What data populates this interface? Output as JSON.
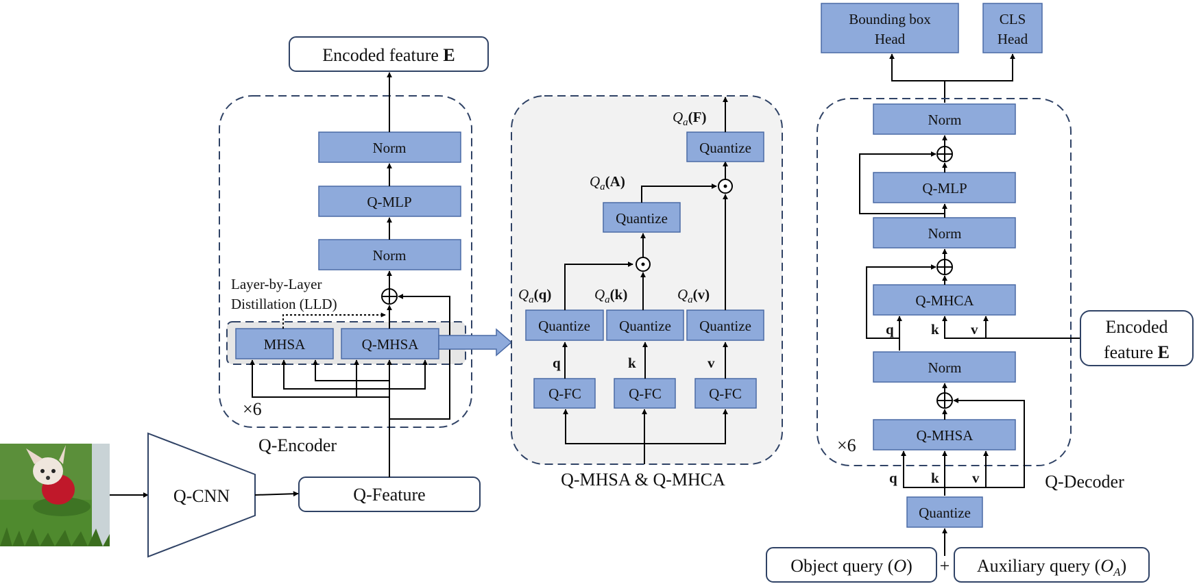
{
  "colors": {
    "block_fill": "#8eaadb",
    "block_stroke": "#4a6aa5",
    "panel_fill": "#f2f2f2",
    "dash_stroke": "#2f4265",
    "line": "#000000",
    "arrow_fill": "#8eaadb"
  },
  "input": {
    "image_icon": "chihuahua-photo"
  },
  "backbone": {
    "cnn_label": "Q-CNN",
    "feature_label": "Q-Feature"
  },
  "encoder": {
    "output_text": "Encoded feature ",
    "output_symbol": "E",
    "blocks": {
      "norm_top": "Norm",
      "mlp": "Q-MLP",
      "norm_mid": "Norm",
      "mhsa": "MHSA",
      "q_mhsa": "Q-MHSA"
    },
    "distill_line1": "Layer-by-Layer",
    "distill_line2": "Distillation (LLD)",
    "repeat": "×6",
    "name": "Q-Encoder"
  },
  "attention": {
    "name": "Q-MHSA & Q-MHCA",
    "fc_labels": [
      "Q-FC",
      "Q-FC",
      "Q-FC"
    ],
    "input_symbols": [
      "q",
      "k",
      "v"
    ],
    "quantize_label": "Quantize",
    "qa_letter": "Q",
    "qa_subscript": "a",
    "qa_args": [
      "(q)",
      "(k)",
      "(v)",
      "(A)",
      "(F)"
    ]
  },
  "decoder": {
    "heads": {
      "bbox_line1": "Bounding box",
      "bbox_line2": "Head",
      "cls_line1": "CLS",
      "cls_line2": "Head"
    },
    "blocks": {
      "norm_top": "Norm",
      "mlp": "Q-MLP",
      "norm_mid": "Norm",
      "mhca": "Q-MHCA",
      "norm_low": "Norm",
      "mhsa": "Q-MHSA",
      "quantize": "Quantize"
    },
    "qkv": [
      "q",
      "k",
      "v"
    ],
    "encoded_text_line1": "Encoded",
    "encoded_text_line2": "feature ",
    "encoded_symbol": "E",
    "repeat": "×6",
    "name": "Q-Decoder",
    "object_query_text": "Object query (",
    "object_query_symbol": "O",
    "object_query_close": ")",
    "plus": "+",
    "aux_query_text": "Auxiliary query (",
    "aux_query_symbol": "O",
    "aux_query_sub": "A",
    "aux_query_close": ")"
  }
}
